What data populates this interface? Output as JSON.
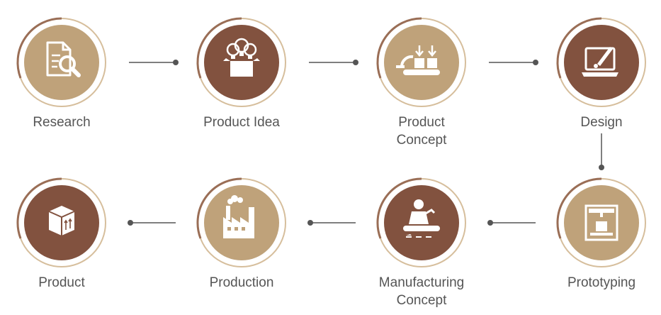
{
  "colors": {
    "tan": "#BFA27A",
    "brown": "#82523F",
    "ring": "#9A6E56",
    "ring_light": "#D6BE9C",
    "connector": "#555555",
    "label": "#555555"
  },
  "steps": [
    {
      "lines": [
        "Research"
      ],
      "icon": "document-magnifier-icon",
      "fill": "tan"
    },
    {
      "lines": [
        "Product Idea"
      ],
      "icon": "lightbulbs-box-icon",
      "fill": "brown"
    },
    {
      "lines": [
        "Product",
        "Concept"
      ],
      "icon": "conveyor-boxes-icon",
      "fill": "tan"
    },
    {
      "lines": [
        "Design"
      ],
      "icon": "laptop-brush-icon",
      "fill": "brown"
    },
    {
      "lines": [
        "Prototyping"
      ],
      "icon": "3d-printer-icon",
      "fill": "tan"
    },
    {
      "lines": [
        "Manufacturing",
        "Concept"
      ],
      "icon": "assembly-worker-icon",
      "fill": "brown"
    },
    {
      "lines": [
        "Production"
      ],
      "icon": "factory-icon",
      "fill": "tan"
    },
    {
      "lines": [
        "Product"
      ],
      "icon": "package-icon",
      "fill": "brown"
    }
  ]
}
